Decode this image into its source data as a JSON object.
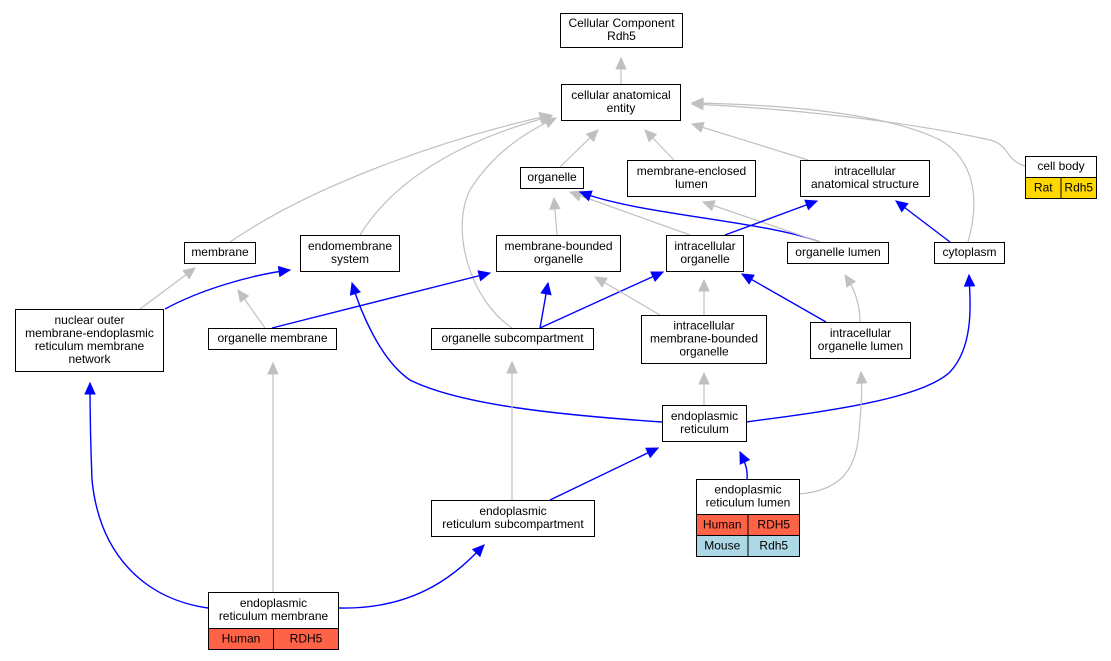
{
  "diagram": {
    "nodes": [
      {
        "id": "cc",
        "lines": [
          "Cellular Component",
          "Rdh5"
        ]
      },
      {
        "id": "cae",
        "lines": [
          "cellular anatomical",
          "entity"
        ]
      },
      {
        "id": "organelle",
        "lines": [
          "organelle"
        ]
      },
      {
        "id": "mel",
        "lines": [
          "membrane-enclosed",
          "lumen"
        ]
      },
      {
        "id": "ias",
        "lines": [
          "intracellular",
          "anatomical structure"
        ]
      },
      {
        "id": "cellbody",
        "lines": [
          "cell body"
        ]
      },
      {
        "id": "membrane",
        "lines": [
          "membrane"
        ]
      },
      {
        "id": "endosys",
        "lines": [
          "endomembrane",
          "system"
        ]
      },
      {
        "id": "mbo",
        "lines": [
          "membrane-bounded",
          "organelle"
        ]
      },
      {
        "id": "io",
        "lines": [
          "intracellular",
          "organelle"
        ]
      },
      {
        "id": "olumen",
        "lines": [
          "organelle lumen"
        ]
      },
      {
        "id": "cytoplasm",
        "lines": [
          "cytoplasm"
        ]
      },
      {
        "id": "nuclear",
        "lines": [
          "nuclear outer",
          "membrane-endoplasmic",
          "reticulum membrane",
          "network"
        ]
      },
      {
        "id": "omem",
        "lines": [
          "organelle membrane"
        ]
      },
      {
        "id": "osub",
        "lines": [
          "organelle subcompartment"
        ]
      },
      {
        "id": "imbo",
        "lines": [
          "intracellular",
          "membrane-bounded",
          "organelle"
        ]
      },
      {
        "id": "iol",
        "lines": [
          "intracellular",
          "organelle lumen"
        ]
      },
      {
        "id": "er",
        "lines": [
          "endoplasmic",
          "reticulum"
        ]
      },
      {
        "id": "erlumen",
        "lines": [
          "endoplasmic",
          "reticulum lumen"
        ]
      },
      {
        "id": "ersub",
        "lines": [
          "endoplasmic",
          "reticulum subcompartment"
        ]
      },
      {
        "id": "ermem",
        "lines": [
          "endoplasmic",
          "reticulum membrane"
        ]
      }
    ],
    "annotations": [
      {
        "node": "cellbody",
        "rows": [
          {
            "species": "Rat",
            "gene": "Rdh5",
            "color": "#ffd700"
          }
        ]
      },
      {
        "node": "erlumen",
        "rows": [
          {
            "species": "Human",
            "gene": "RDH5",
            "color": "#ff6347"
          },
          {
            "species": "Mouse",
            "gene": "Rdh5",
            "color": "#add8e6"
          }
        ]
      },
      {
        "node": "ermem",
        "rows": [
          {
            "species": "Human",
            "gene": "RDH5",
            "color": "#ff6347"
          }
        ]
      }
    ],
    "edges": [
      {
        "from": "cae",
        "to": "cc",
        "type": "is_a"
      },
      {
        "from": "organelle",
        "to": "cae",
        "type": "is_a"
      },
      {
        "from": "mel",
        "to": "cae",
        "type": "is_a"
      },
      {
        "from": "ias",
        "to": "cae",
        "type": "is_a"
      },
      {
        "from": "cellbody",
        "to": "cae",
        "type": "is_a"
      },
      {
        "from": "membrane",
        "to": "cae",
        "type": "is_a"
      },
      {
        "from": "endosys",
        "to": "cae",
        "type": "is_a"
      },
      {
        "from": "osub",
        "to": "cae",
        "type": "is_a"
      },
      {
        "from": "cytoplasm",
        "to": "cae",
        "type": "is_a"
      },
      {
        "from": "mbo",
        "to": "organelle",
        "type": "is_a"
      },
      {
        "from": "io",
        "to": "organelle",
        "type": "is_a"
      },
      {
        "from": "olumen",
        "to": "organelle",
        "type": "part_of"
      },
      {
        "from": "olumen",
        "to": "mel",
        "type": "is_a"
      },
      {
        "from": "io",
        "to": "ias",
        "type": "part_of"
      },
      {
        "from": "cytoplasm",
        "to": "ias",
        "type": "part_of"
      },
      {
        "from": "nuclear",
        "to": "membrane",
        "type": "is_a"
      },
      {
        "from": "nuclear",
        "to": "endosys",
        "type": "part_of"
      },
      {
        "from": "omem",
        "to": "membrane",
        "type": "is_a"
      },
      {
        "from": "omem",
        "to": "mbo",
        "type": "part_of"
      },
      {
        "from": "osub",
        "to": "mbo",
        "type": "part_of"
      },
      {
        "from": "osub",
        "to": "io",
        "type": "part_of"
      },
      {
        "from": "imbo",
        "to": "mbo",
        "type": "is_a"
      },
      {
        "from": "imbo",
        "to": "io",
        "type": "is_a"
      },
      {
        "from": "iol",
        "to": "io",
        "type": "part_of"
      },
      {
        "from": "iol",
        "to": "olumen",
        "type": "is_a"
      },
      {
        "from": "er",
        "to": "imbo",
        "type": "is_a"
      },
      {
        "from": "er",
        "to": "endosys",
        "type": "part_of"
      },
      {
        "from": "er",
        "to": "cytoplasm",
        "type": "part_of"
      },
      {
        "from": "erlumen",
        "to": "er",
        "type": "part_of"
      },
      {
        "from": "erlumen",
        "to": "iol",
        "type": "is_a"
      },
      {
        "from": "ersub",
        "to": "er",
        "type": "part_of"
      },
      {
        "from": "ersub",
        "to": "osub",
        "type": "is_a"
      },
      {
        "from": "ermem",
        "to": "ersub",
        "type": "part_of"
      },
      {
        "from": "ermem",
        "to": "omem",
        "type": "is_a"
      },
      {
        "from": "ermem",
        "to": "nuclear",
        "type": "part_of"
      }
    ]
  }
}
